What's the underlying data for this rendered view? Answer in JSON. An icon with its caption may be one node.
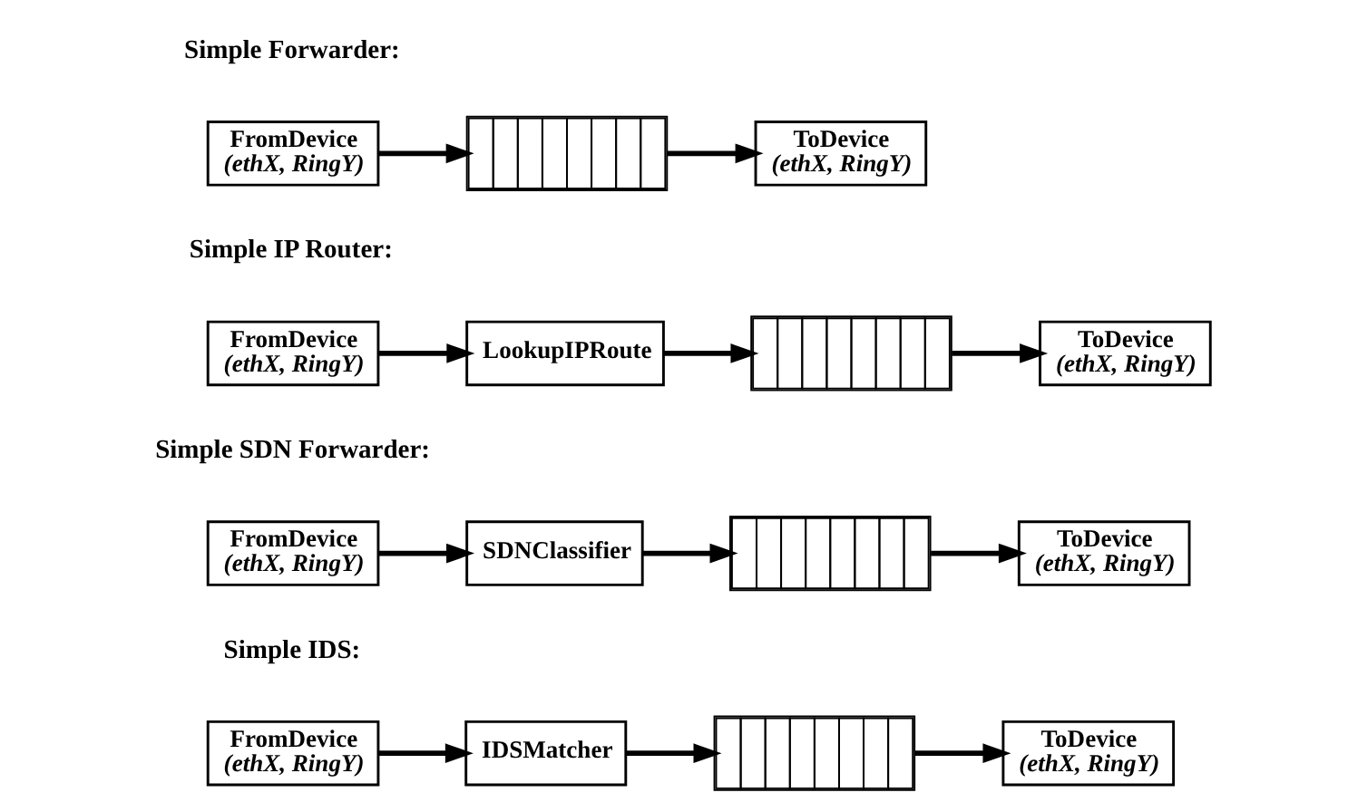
{
  "diagram": {
    "nodes": [
      {
        "text": [
          "FromDevice",
          "(ethX, RingY)"
        ]
      },
      {
        "text": [],
        "shape": "box"
      },
      {
        "text": [
          "ToDevice",
          "(ethX, RingY)"
        ]
      },
      {
        "text": [
          "FromDevice",
          "(ethX, RingY)"
        ]
      },
      {
        "text": [
          "LookupIPRoute"
        ]
      },
      {
        "text": [],
        "shape": "box"
      },
      {
        "text": [
          "ToDevice",
          "(ethX, RingY)"
        ]
      },
      {
        "text": [
          "FromDevice",
          "(ethX, RingY)"
        ]
      },
      {
        "text": [
          "SDNClassifier"
        ]
      },
      {
        "text": [],
        "shape": "box"
      },
      {
        "text": [
          "ToDevice",
          "(ethX, RingY)"
        ]
      },
      {
        "text": [
          "FromDevice",
          "(ethX, RingY)"
        ]
      },
      {
        "text": [
          "IDSMatcher"
        ]
      },
      {
        "text": [],
        "shape": "box"
      },
      {
        "text": [
          "ToDevice",
          "(ethX, RingY)"
        ]
      }
    ],
    "edges": [
      {
        "from": 0,
        "to": 1,
        "arrow": "to"
      },
      {
        "from": 1,
        "to": 2,
        "arrow": "to"
      },
      {
        "from": 3,
        "to": 4,
        "arrow": "to"
      },
      {
        "from": 4,
        "to": 5,
        "arrow": "to"
      },
      {
        "from": 5,
        "to": 6,
        "arrow": "to"
      },
      {
        "from": 7,
        "to": 8,
        "arrow": "to"
      },
      {
        "from": 8,
        "to": 9,
        "arrow": "to"
      },
      {
        "from": 9,
        "to": 10,
        "arrow": "to"
      },
      {
        "from": 11,
        "to": 12,
        "arrow": "to"
      },
      {
        "from": 12,
        "to": 13,
        "arrow": "to"
      },
      {
        "from": 13,
        "to": 14,
        "arrow": "to"
      }
    ],
    "labels": [
      "Simple Forwarder:",
      "Simple IP Router:",
      "Simple SDN Forwarder:",
      "Simple IDS:"
    ]
  }
}
